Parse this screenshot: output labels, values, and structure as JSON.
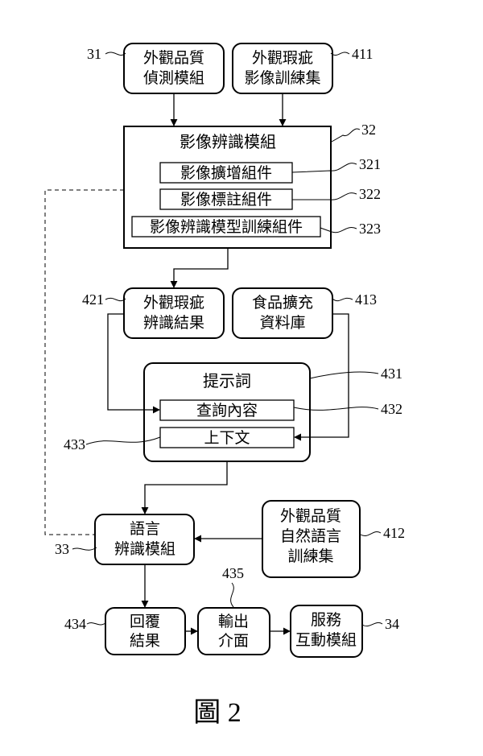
{
  "boxes": {
    "appearance_quality_detection": [
      "外觀品質",
      "偵測模組"
    ],
    "defect_image_training_set": [
      "外觀瑕疵",
      "影像訓練集"
    ],
    "image_recognition_module": "影像辨識模組",
    "image_augmentation": "影像擴增組件",
    "image_annotation": "影像標註組件",
    "image_model_training": "影像辨識模型訓練組件",
    "defect_recognition_result": [
      "外觀瑕疵",
      "辨識結果"
    ],
    "food_expansion_database": [
      "食品擴充",
      "資料庫"
    ],
    "prompt": "提示詞",
    "query_content": "查詢內容",
    "context": "上下文",
    "language_recognition_module": [
      "語言",
      "辨識模組"
    ],
    "natural_language_training_set": [
      "外觀品質",
      "自然語言",
      "訓練集"
    ],
    "reply_result": [
      "回覆",
      "結果"
    ],
    "output_interface": [
      "輸出",
      "介面"
    ],
    "service_interaction_module": [
      "服務",
      "互動模組"
    ]
  },
  "refs": {
    "r31": "31",
    "r411": "411",
    "r32": "32",
    "r321": "321",
    "r322": "322",
    "r323": "323",
    "r421": "421",
    "r413": "413",
    "r431": "431",
    "r432": "432",
    "r433": "433",
    "r33": "33",
    "r412": "412",
    "r435": "435",
    "r434": "434",
    "r34": "34"
  },
  "figure_label": "圖 2"
}
